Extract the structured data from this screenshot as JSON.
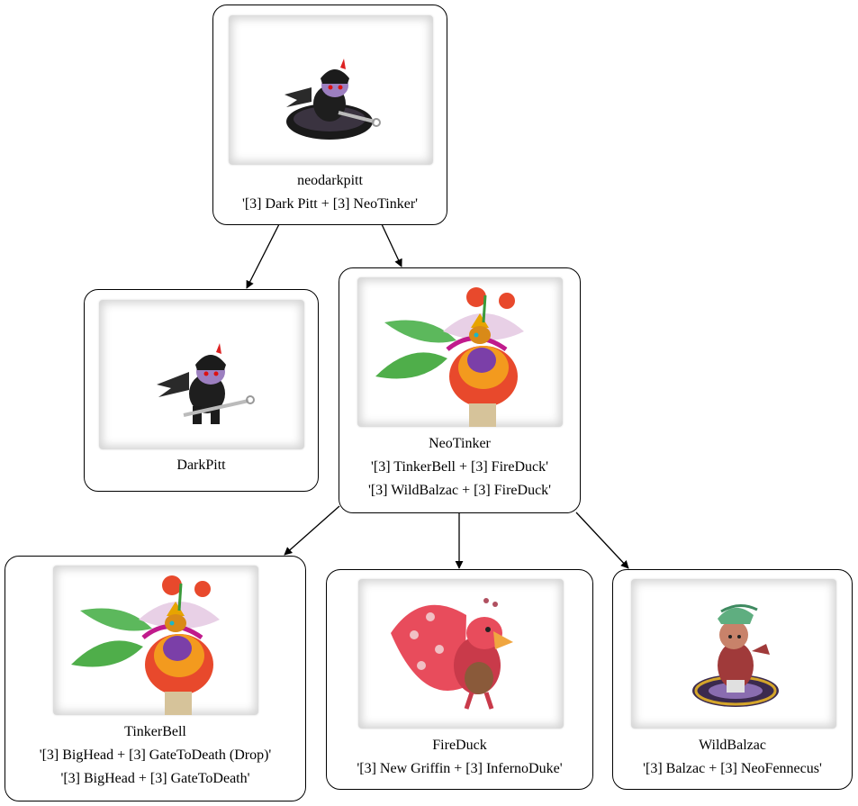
{
  "nodes": {
    "neodarkpitt": {
      "name": "neodarkpitt",
      "recipes": [
        "'[3] Dark Pitt + [3] NeoTinker'"
      ],
      "image": "dark-imp-on-disc-icon"
    },
    "darkpitt": {
      "name": "DarkPitt",
      "recipes": [],
      "image": "dark-imp-icon"
    },
    "neotinker": {
      "name": "NeoTinker",
      "recipes": [
        "'[3] TinkerBell + [3] FireDuck'",
        "'[3] WildBalzac + [3] FireDuck'"
      ],
      "image": "fire-flower-fairy-icon"
    },
    "tinkerbell": {
      "name": "TinkerBell",
      "recipes": [
        "'[3] BigHead + [3] GateToDeath (Drop)'",
        "'[3] BigHead + [3] GateToDeath'"
      ],
      "image": "fire-flower-fairy-icon"
    },
    "fireduck": {
      "name": "FireDuck",
      "recipes": [
        "'[3] New Griffin + [3] InfernoDuke'"
      ],
      "image": "red-bird-icon"
    },
    "wildbalzac": {
      "name": "WildBalzac",
      "recipes": [
        "'[3] Balzac + [3] NeoFennecus'"
      ],
      "image": "chef-on-portal-icon"
    }
  },
  "edges": [
    {
      "from": "neodarkpitt",
      "to": "darkpitt"
    },
    {
      "from": "neodarkpitt",
      "to": "neotinker"
    },
    {
      "from": "neotinker",
      "to": "tinkerbell"
    },
    {
      "from": "neotinker",
      "to": "fireduck"
    },
    {
      "from": "neotinker",
      "to": "wildbalzac"
    }
  ],
  "colors": {
    "border": "#000000",
    "frame_shadow": "#d4d4d4",
    "background": "#ffffff"
  }
}
